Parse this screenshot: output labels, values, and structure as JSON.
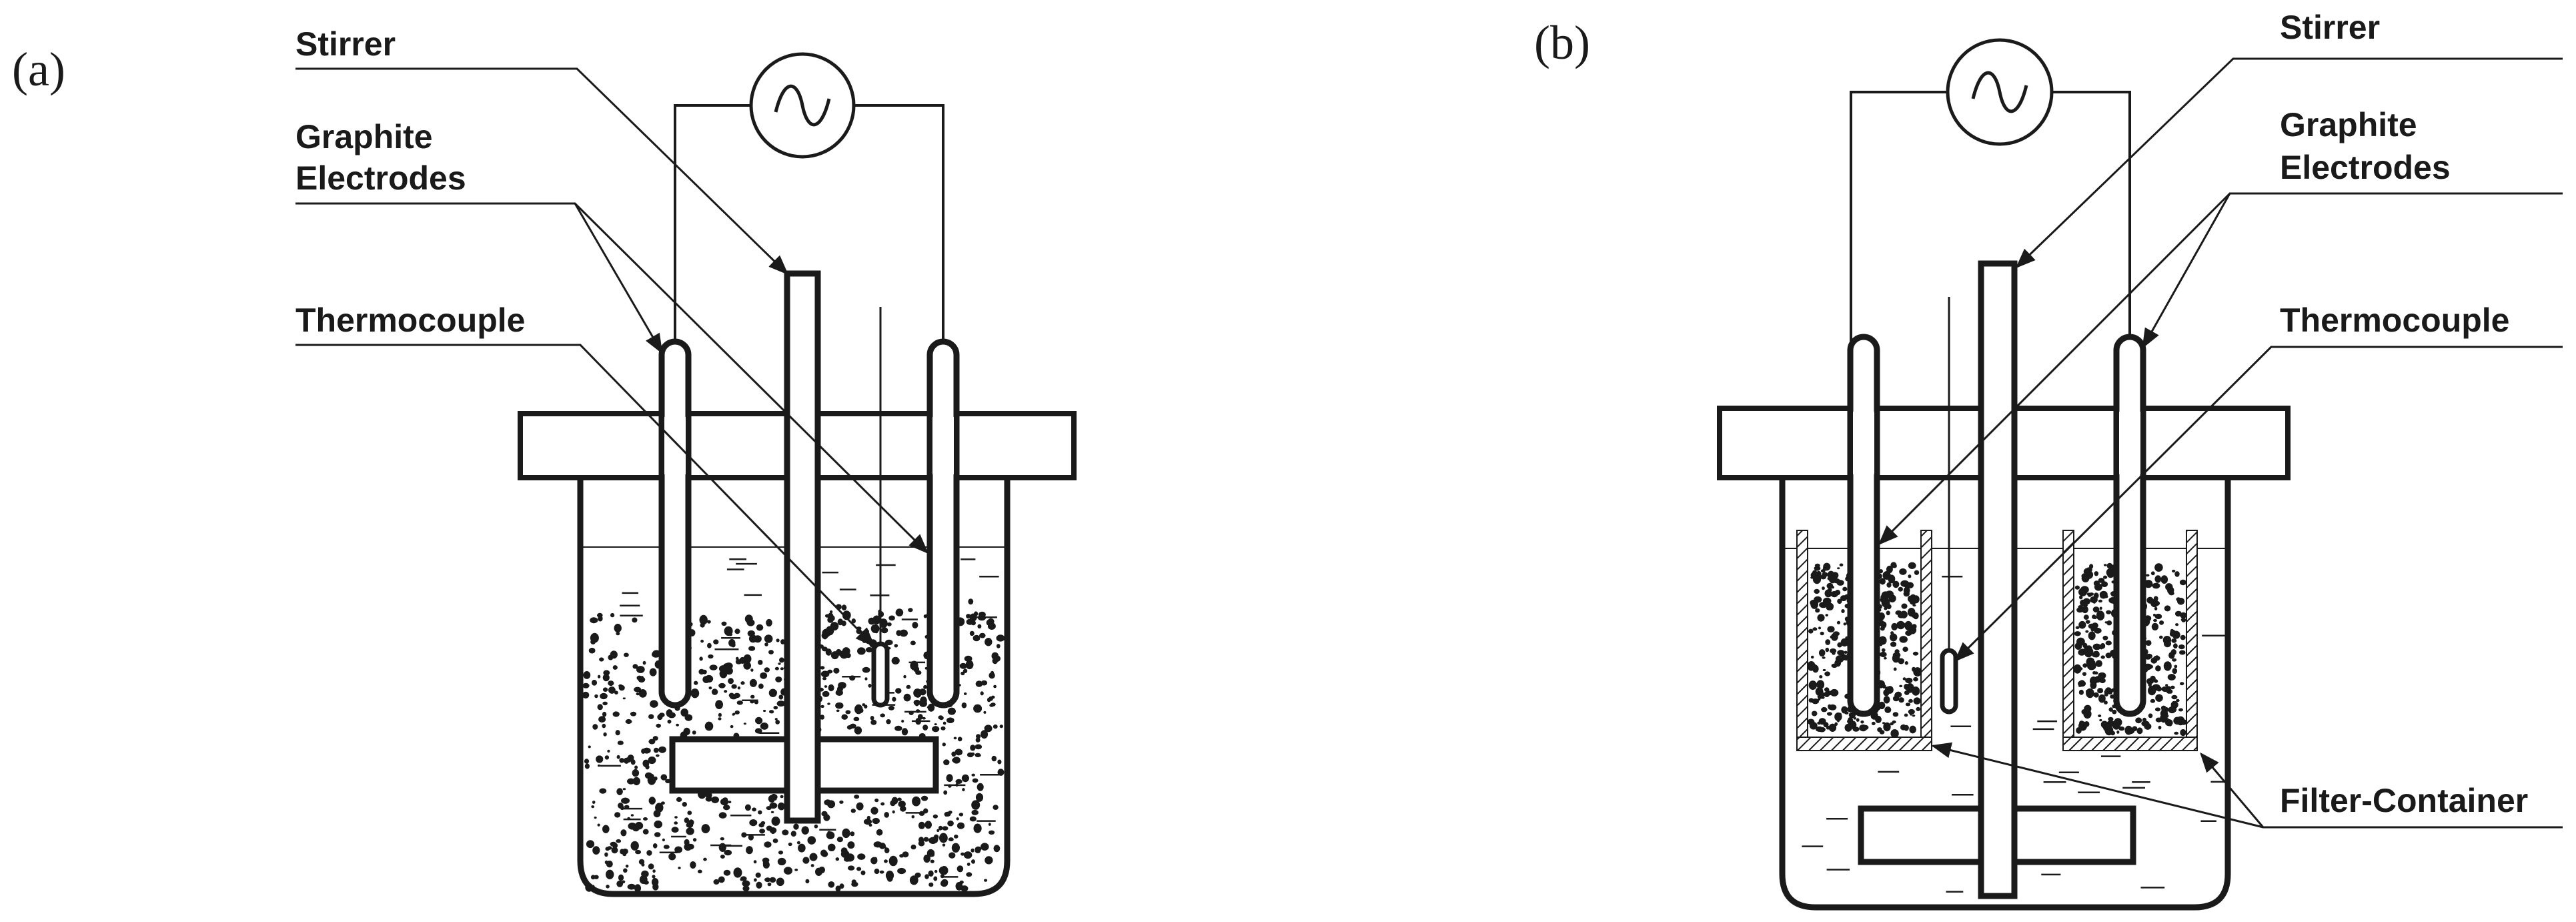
{
  "panels": [
    {
      "label": "(a)",
      "callouts": {
        "stirrer": "Stirrer",
        "electrodes_line1": "Graphite",
        "electrodes_line2": "Electrodes",
        "thermocouple": "Thermocouple"
      }
    },
    {
      "label": "(b)",
      "callouts": {
        "stirrer": "Stirrer",
        "electrodes_line1": "Graphite",
        "electrodes_line2": "Electrodes",
        "thermocouple": "Thermocouple",
        "filter_container": "Filter-Container"
      }
    }
  ],
  "icons": {
    "ac_source": "ac-power-source-icon"
  },
  "colors": {
    "ink": "#1a1a1a",
    "background": "#ffffff"
  }
}
